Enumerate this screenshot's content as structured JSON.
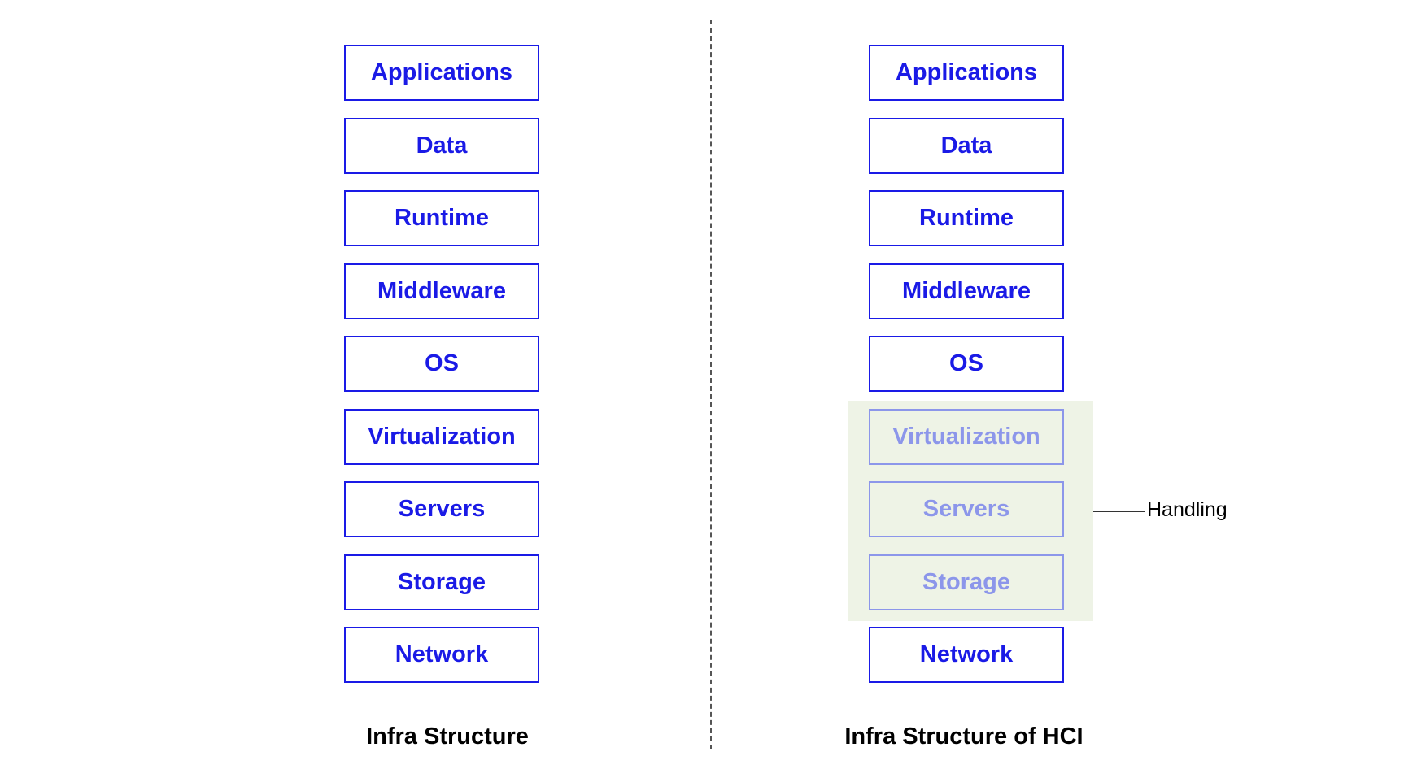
{
  "left_stack": {
    "layers": [
      "Applications",
      "Data",
      "Runtime",
      "Middleware",
      "OS",
      "Virtualization",
      "Servers",
      "Storage",
      "Network"
    ],
    "caption": "Infra Structure"
  },
  "right_stack": {
    "layers": [
      "Applications",
      "Data",
      "Runtime",
      "Middleware",
      "OS",
      "Virtualization",
      "Servers",
      "Storage",
      "Network"
    ],
    "handled_layers": [
      "Virtualization",
      "Servers",
      "Storage"
    ],
    "caption": "Infra Structure of HCI"
  },
  "handling_label": "Handling",
  "colors": {
    "layer_text": "#1a1ae6",
    "handled_text": "#8c96ea",
    "handled_background": "#eef3e6"
  }
}
